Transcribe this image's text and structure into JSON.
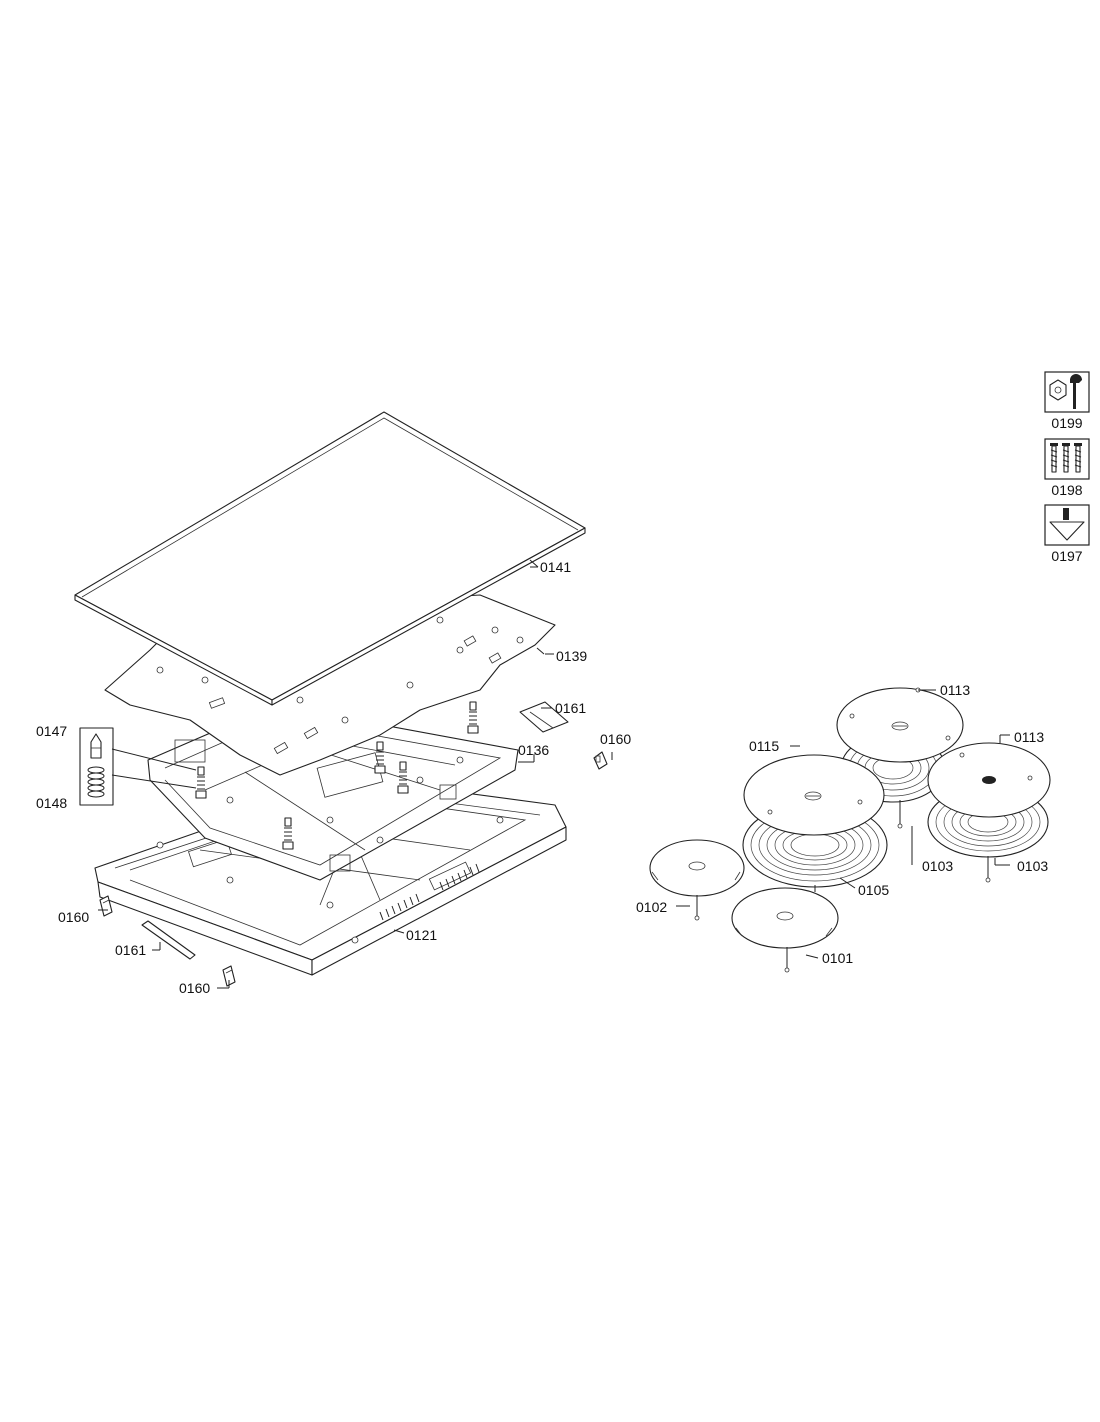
{
  "parts": {
    "p0141": "0141",
    "p0139": "0139",
    "p0161a": "0161",
    "p0160a": "0160",
    "p0147": "0147",
    "p0136": "0136",
    "p0148": "0148",
    "p0160b": "0160",
    "p0121": "0121",
    "p0161b": "0161",
    "p0160c": "0160",
    "p0113a": "0113",
    "p0113b": "0113",
    "p0115": "0115",
    "p0103a": "0103",
    "p0103b": "0103",
    "p0105": "0105",
    "p0102": "0102",
    "p0101": "0101"
  },
  "accessories": [
    {
      "code": "0199",
      "icon": "wrench-nut-icon"
    },
    {
      "code": "0198",
      "icon": "screws-icon"
    },
    {
      "code": "0197",
      "icon": "grease-icon"
    }
  ]
}
